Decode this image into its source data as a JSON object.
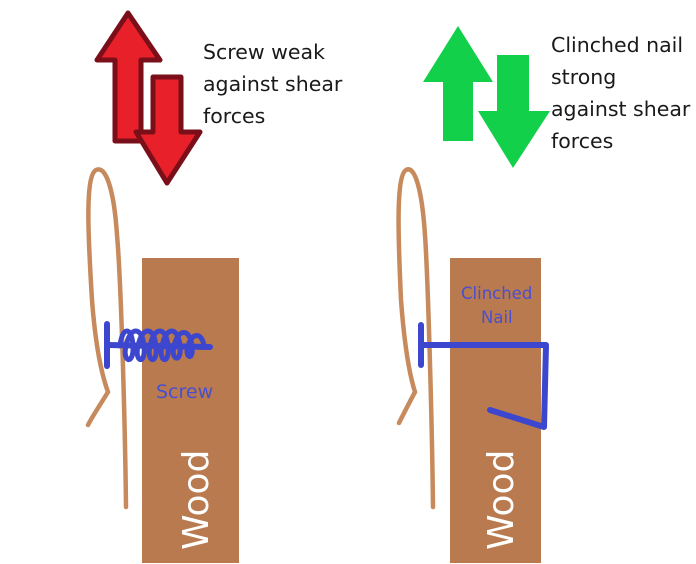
{
  "left_panel": {
    "caption_lines": [
      "Screw weak",
      "against shear",
      "forces"
    ],
    "fastener_label": "Screw",
    "wood_label": "Wood",
    "arrow_color": "#e8202a",
    "arrow_outline": "#7a0f1a"
  },
  "right_panel": {
    "caption_lines": [
      "Clinched nail",
      "strong",
      "against shear",
      "forces"
    ],
    "fastener_label_lines": [
      "Clinched",
      "Nail"
    ],
    "wood_label": "Wood",
    "arrow_color": "#12d04a"
  },
  "colors": {
    "wood": "#b87a4e",
    "cord": "#c78a5c",
    "fastener": "#3d46cf",
    "label_blue": "#4a4fd0"
  }
}
